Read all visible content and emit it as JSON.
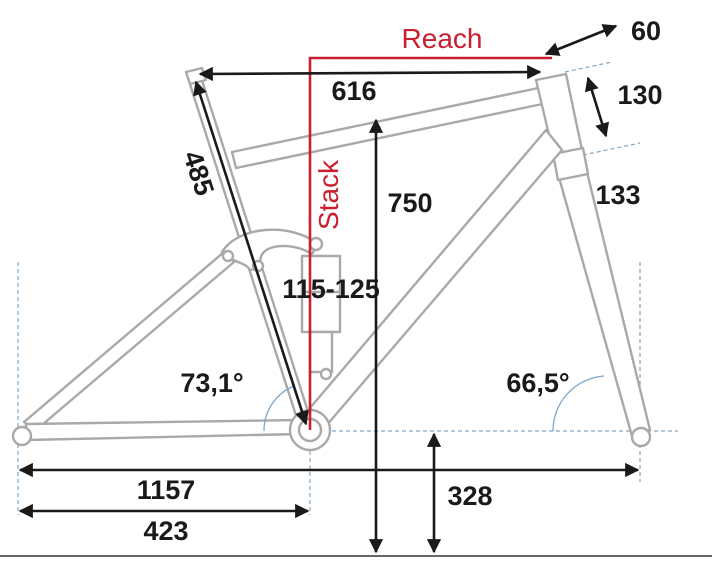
{
  "diagram": {
    "labels": {
      "reach": "Reach",
      "stack": "Stack",
      "top_tube": "616",
      "stem": "60",
      "head_tube": "130",
      "fork_length": "133",
      "seat_tube": "485",
      "standover": "750",
      "shock": "115-125",
      "seat_angle": "73,1°",
      "head_angle": "66,5°",
      "wheelbase": "1157",
      "chainstay": "423",
      "bb_drop": "328"
    },
    "colors": {
      "frame": "#a9a9a9",
      "dimension": "#1a1a1a",
      "highlight": "#c8202f",
      "guide": "#7fa6c9"
    }
  }
}
